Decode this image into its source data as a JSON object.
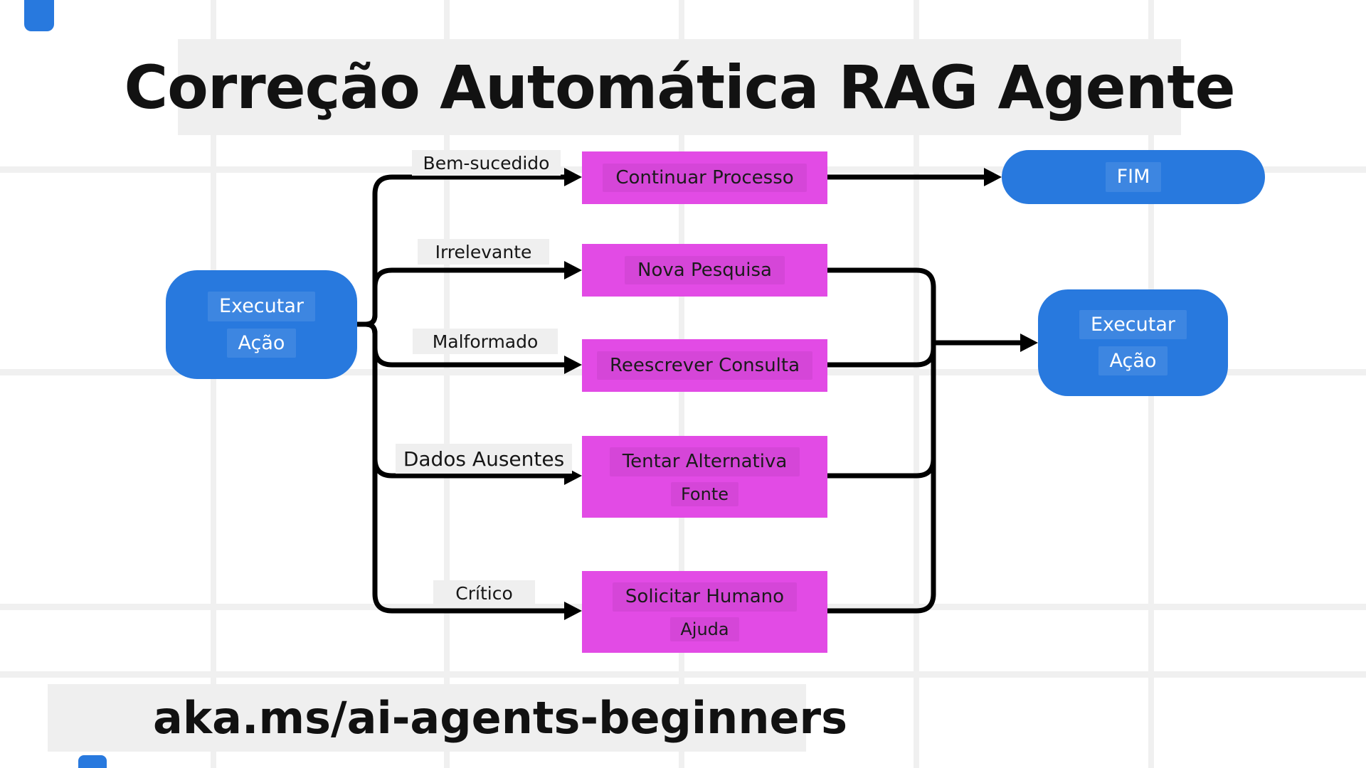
{
  "title": "Correção Automática RAG Agente",
  "footer": "aka.ms/ai-agents-beginners",
  "start_node": {
    "line1": "Executar",
    "line2": "Ação"
  },
  "fim_node": {
    "label": "FIM"
  },
  "right_node": {
    "line1": "Executar",
    "line2": "Ação"
  },
  "branches": [
    {
      "label": "Bem-sucedido",
      "action": "Continuar Processo"
    },
    {
      "label": "Irrelevante",
      "action": "Nova Pesquisa"
    },
    {
      "label": "Malformado",
      "action": "Reescrever Consulta"
    },
    {
      "label": "Dados Ausentes",
      "action": "Tentar Alternativa",
      "action_line2": "Fonte"
    },
    {
      "label": "Crítico",
      "action": "Solicitar Humano",
      "action_line2": "Ajuda"
    }
  ],
  "colors": {
    "node_blue": "#2879DE",
    "node_magenta": "#E24BE5",
    "band_gray": "#efefef",
    "line": "#000000"
  }
}
